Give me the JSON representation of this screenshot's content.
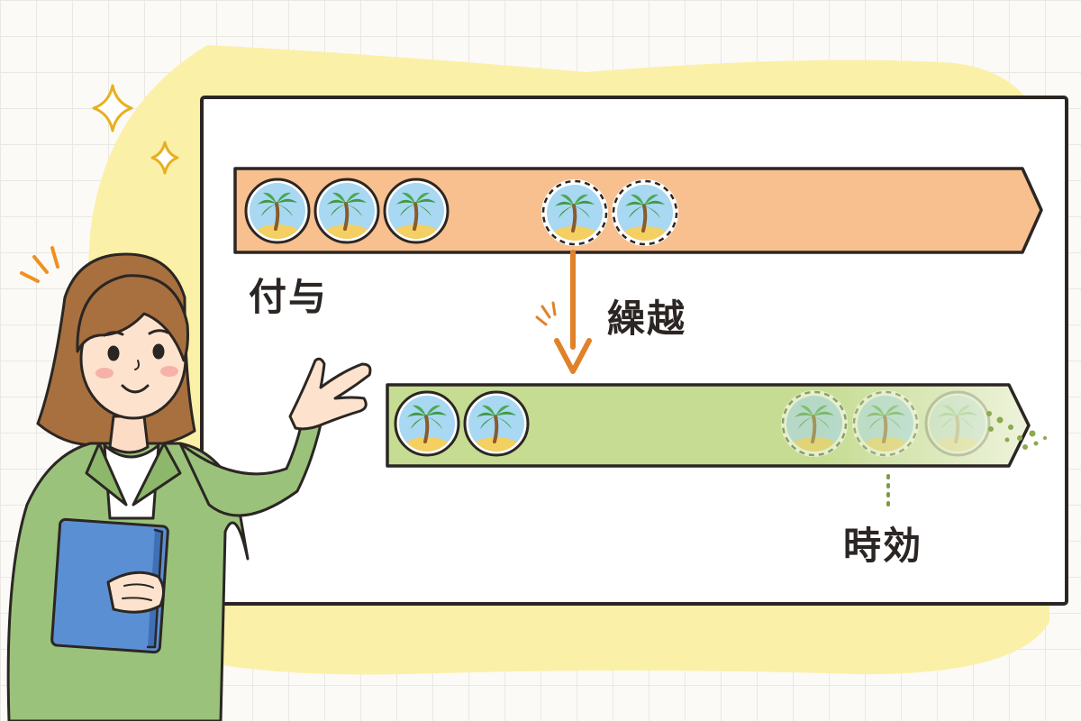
{
  "labels": {
    "grant": "付与",
    "carryover": "繰越",
    "expiry": "時効"
  },
  "granted_bar": {
    "total_days": 5,
    "used_days": 3,
    "carried_days": 2
  },
  "carried_bar": {
    "remaining_days": 2,
    "fading_days": 2,
    "expired_days": 1
  },
  "icons": {
    "day_token": "palm-island-icon",
    "carry_arrow": "arrow-down-icon",
    "sparkle": "sparkle-icon"
  },
  "colors": {
    "backdrop": "#fbf0a8",
    "granted_bar": "#f8c08f",
    "carried_bar": "#c6dc93",
    "arrow": "#e0822a",
    "outline": "#2b2623",
    "jacket": "#9bc27b",
    "folder": "#5b8fd3"
  }
}
